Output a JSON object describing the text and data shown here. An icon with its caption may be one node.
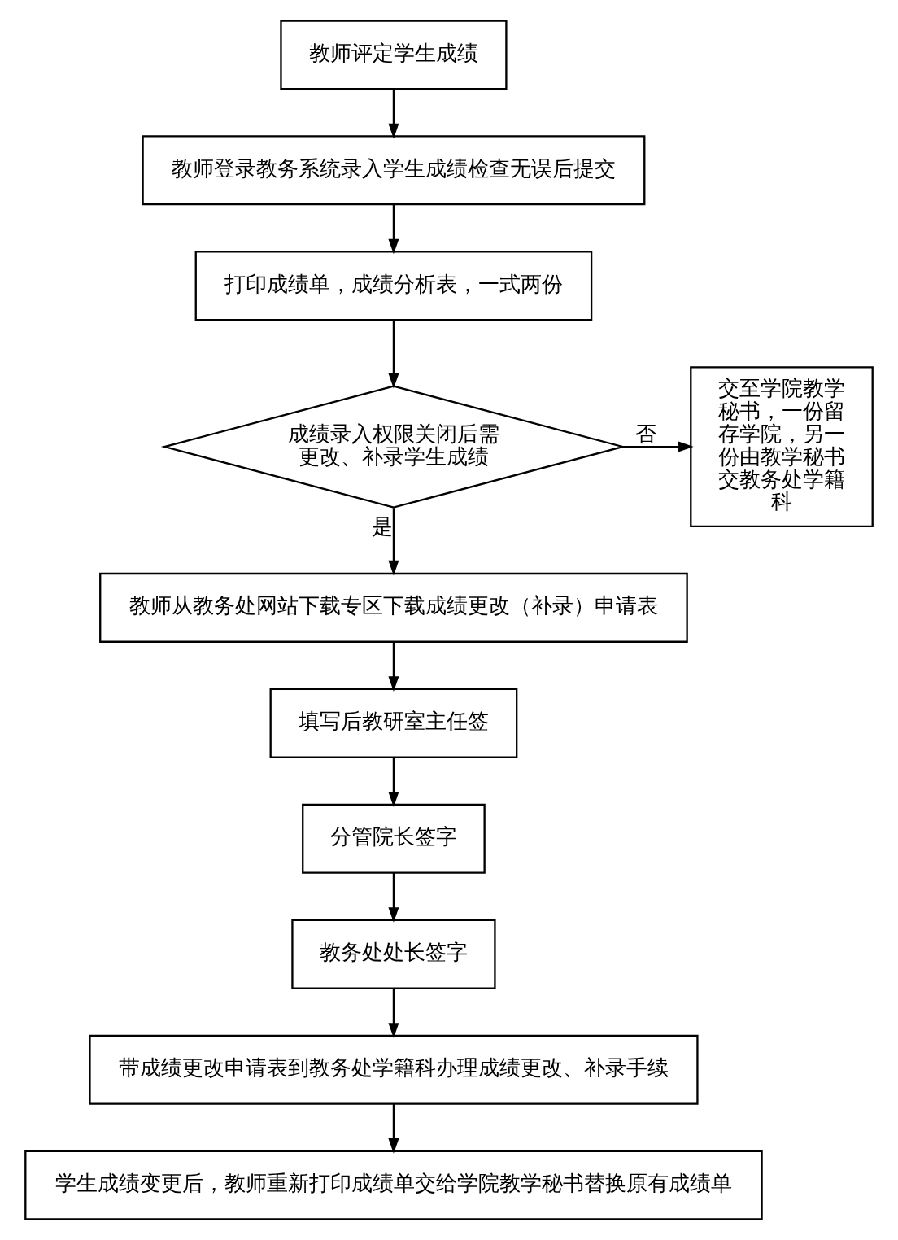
{
  "diagram": {
    "nodes": [
      {
        "text": [
          "教师评定学生成绩"
        ]
      },
      {
        "text": [
          "教师登录教务系统录入学生成绩检查无误后提交"
        ]
      },
      {
        "text": [
          "打印成绩单，成绩分析表，一式两份"
        ]
      },
      {
        "text": [
          "成绩录入权限关闭后需更改、补录学生成绩"
        ]
      },
      {
        "text": [
          "交至学院教学秘书，一份留存学院，另一份由教学秘书交教务处学籍科"
        ]
      },
      {
        "text": [
          "教师从教务处网站下载专区下载成绩更改（补录）申请表"
        ]
      },
      {
        "text": [
          "填写后教研室主任签"
        ]
      },
      {
        "text": [
          "分管院长签字"
        ]
      },
      {
        "text": [
          "教务处处长签字"
        ]
      },
      {
        "text": [
          "带成绩更改申请表到教务处学籍科办理成绩更改、补录手续"
        ]
      },
      {
        "text": [
          "学生成绩变更后，教师重新打印成绩单交给学院教学秘书替换原有成绩单"
        ]
      }
    ],
    "edges": [
      {
        "from": 0,
        "to": 1,
        "arrow": "to"
      },
      {
        "from": 1,
        "to": 2,
        "arrow": "to"
      },
      {
        "from": 2,
        "to": 3,
        "arrow": "to"
      },
      {
        "from": 3,
        "to": 4,
        "arrow": "to",
        "label": "否"
      },
      {
        "from": 3,
        "to": 5,
        "arrow": "to",
        "label": "是"
      },
      {
        "from": 5,
        "to": 6,
        "arrow": "to"
      },
      {
        "from": 6,
        "to": 7,
        "arrow": "to"
      },
      {
        "from": 7,
        "to": 8,
        "arrow": "to"
      },
      {
        "from": 8,
        "to": 9,
        "arrow": "to"
      },
      {
        "from": 9,
        "to": 10,
        "arrow": "to"
      }
    ]
  }
}
